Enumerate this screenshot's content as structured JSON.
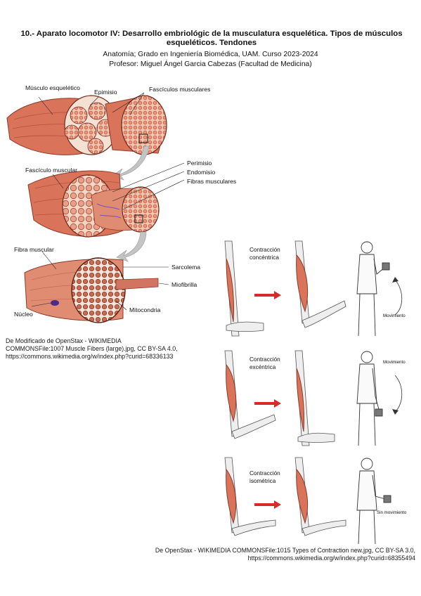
{
  "header": {
    "title_line1": "10.- Aparato locomotor IV: Desarrollo embriológic de la musculatura esquelética. Tipos de músculos",
    "title_line2": "esqueléticos. Tendones",
    "course": "Anatomía; Grado en Ingeniería Biomédica, UAM. Curso 2023-2024",
    "professor": "Profesor: Miguel Ángel Garcia Cabezas (Facultad de Medicina)"
  },
  "figure_left": {
    "labels": {
      "musculo": "Músculo esquelético",
      "epimisio": "Epimisio",
      "fasciculos": "Fascículos musculares",
      "fasciculo": "Fascículo muscular",
      "perimisio": "Perimisio",
      "endomisio": "Endomisio",
      "fibras": "Fibras musculares",
      "fibra": "Fibra muscular",
      "sarcolema": "Sarcolema",
      "miofibrilla": "Miofibrilla",
      "nucleo": "Núcleo",
      "mitocondria": "Mitocondria"
    },
    "credit": [
      "De Modificado de OpenStax - WIKIMEDIA",
      "COMMONSFile:1007 Muscle Fibers (large).jpg, CC BY-SA 4.0,",
      "https://commons.wikimedia.org/w/index.php?curid=68336133"
    ]
  },
  "figure_right": {
    "panels": [
      {
        "label_line1": "Contracción",
        "label_line2": "concéntrica",
        "movement": "Movimiento"
      },
      {
        "label_line1": "Contracción",
        "label_line2": "excéntrica",
        "movement": "Movimiento"
      },
      {
        "label_line1": "Contracción",
        "label_line2": "isométrica",
        "movement": "Sin movimiento"
      }
    ],
    "credit": [
      "De OpenStax - WIKIMEDIA COMMONSFile:1015 Types of Contraction new.jpg, CC BY-SA 3.0,",
      "https://commons.wikimedia.org/w/index.php?curid=68355494"
    ]
  },
  "colors": {
    "muscle": "#d9735a",
    "muscle_dark": "#b8503a",
    "fascicle": "#f2c6b0",
    "fiber": "#e89a7c",
    "bone": "#e8e8e8",
    "arrow": "#d52b2b",
    "outline": "#333333"
  }
}
